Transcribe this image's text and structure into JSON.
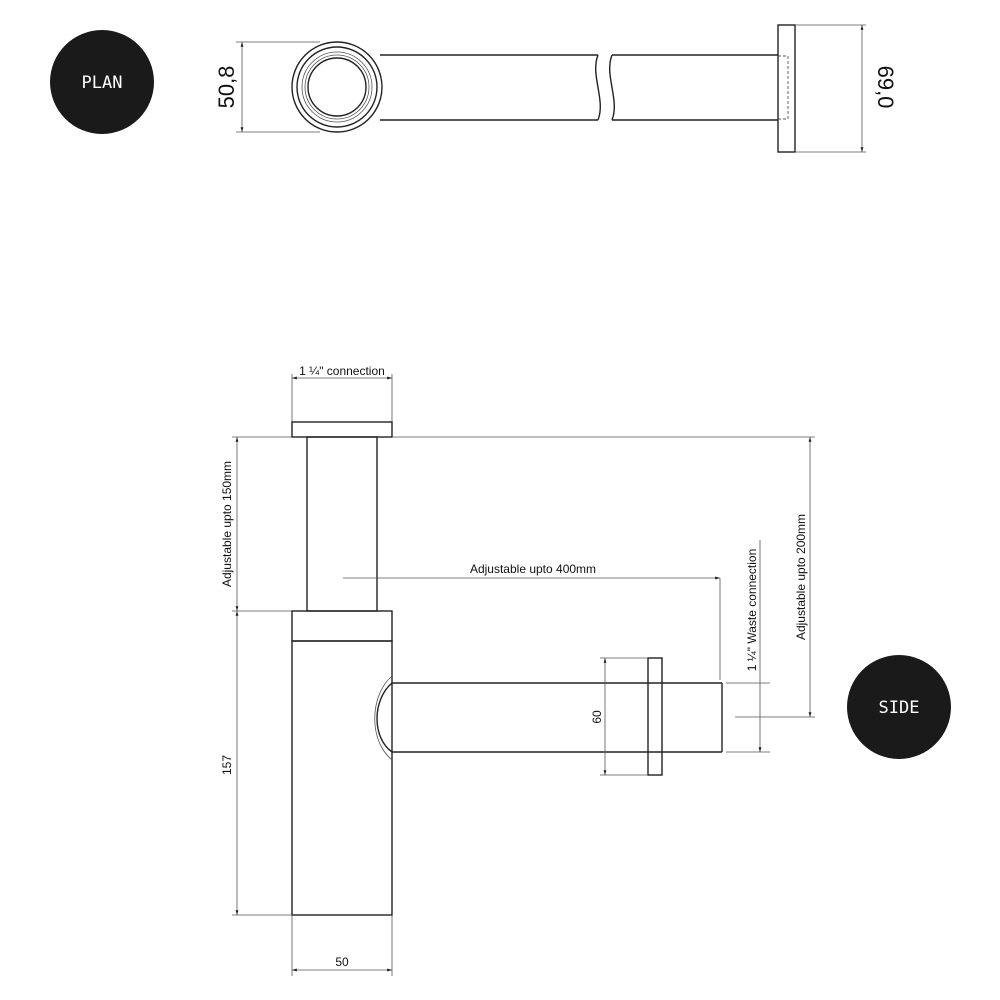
{
  "badges": {
    "plan": "PLAN",
    "side": "SIDE"
  },
  "plan": {
    "width_dim": "50,8",
    "flange_dim": "69,0"
  },
  "side": {
    "top_connection": "1 ¼\" connection",
    "adjustable_150": "Adjustable upto 150mm",
    "adjustable_400": "Adjustable upto 400mm",
    "waste_connection": "1 ¼\" Waste connection",
    "adjustable_200": "Adjustable upto 200mm",
    "height_157": "157",
    "width_50": "50",
    "flange_60": "60"
  },
  "colors": {
    "badge": "#1a1a1a",
    "line": "#222222"
  }
}
